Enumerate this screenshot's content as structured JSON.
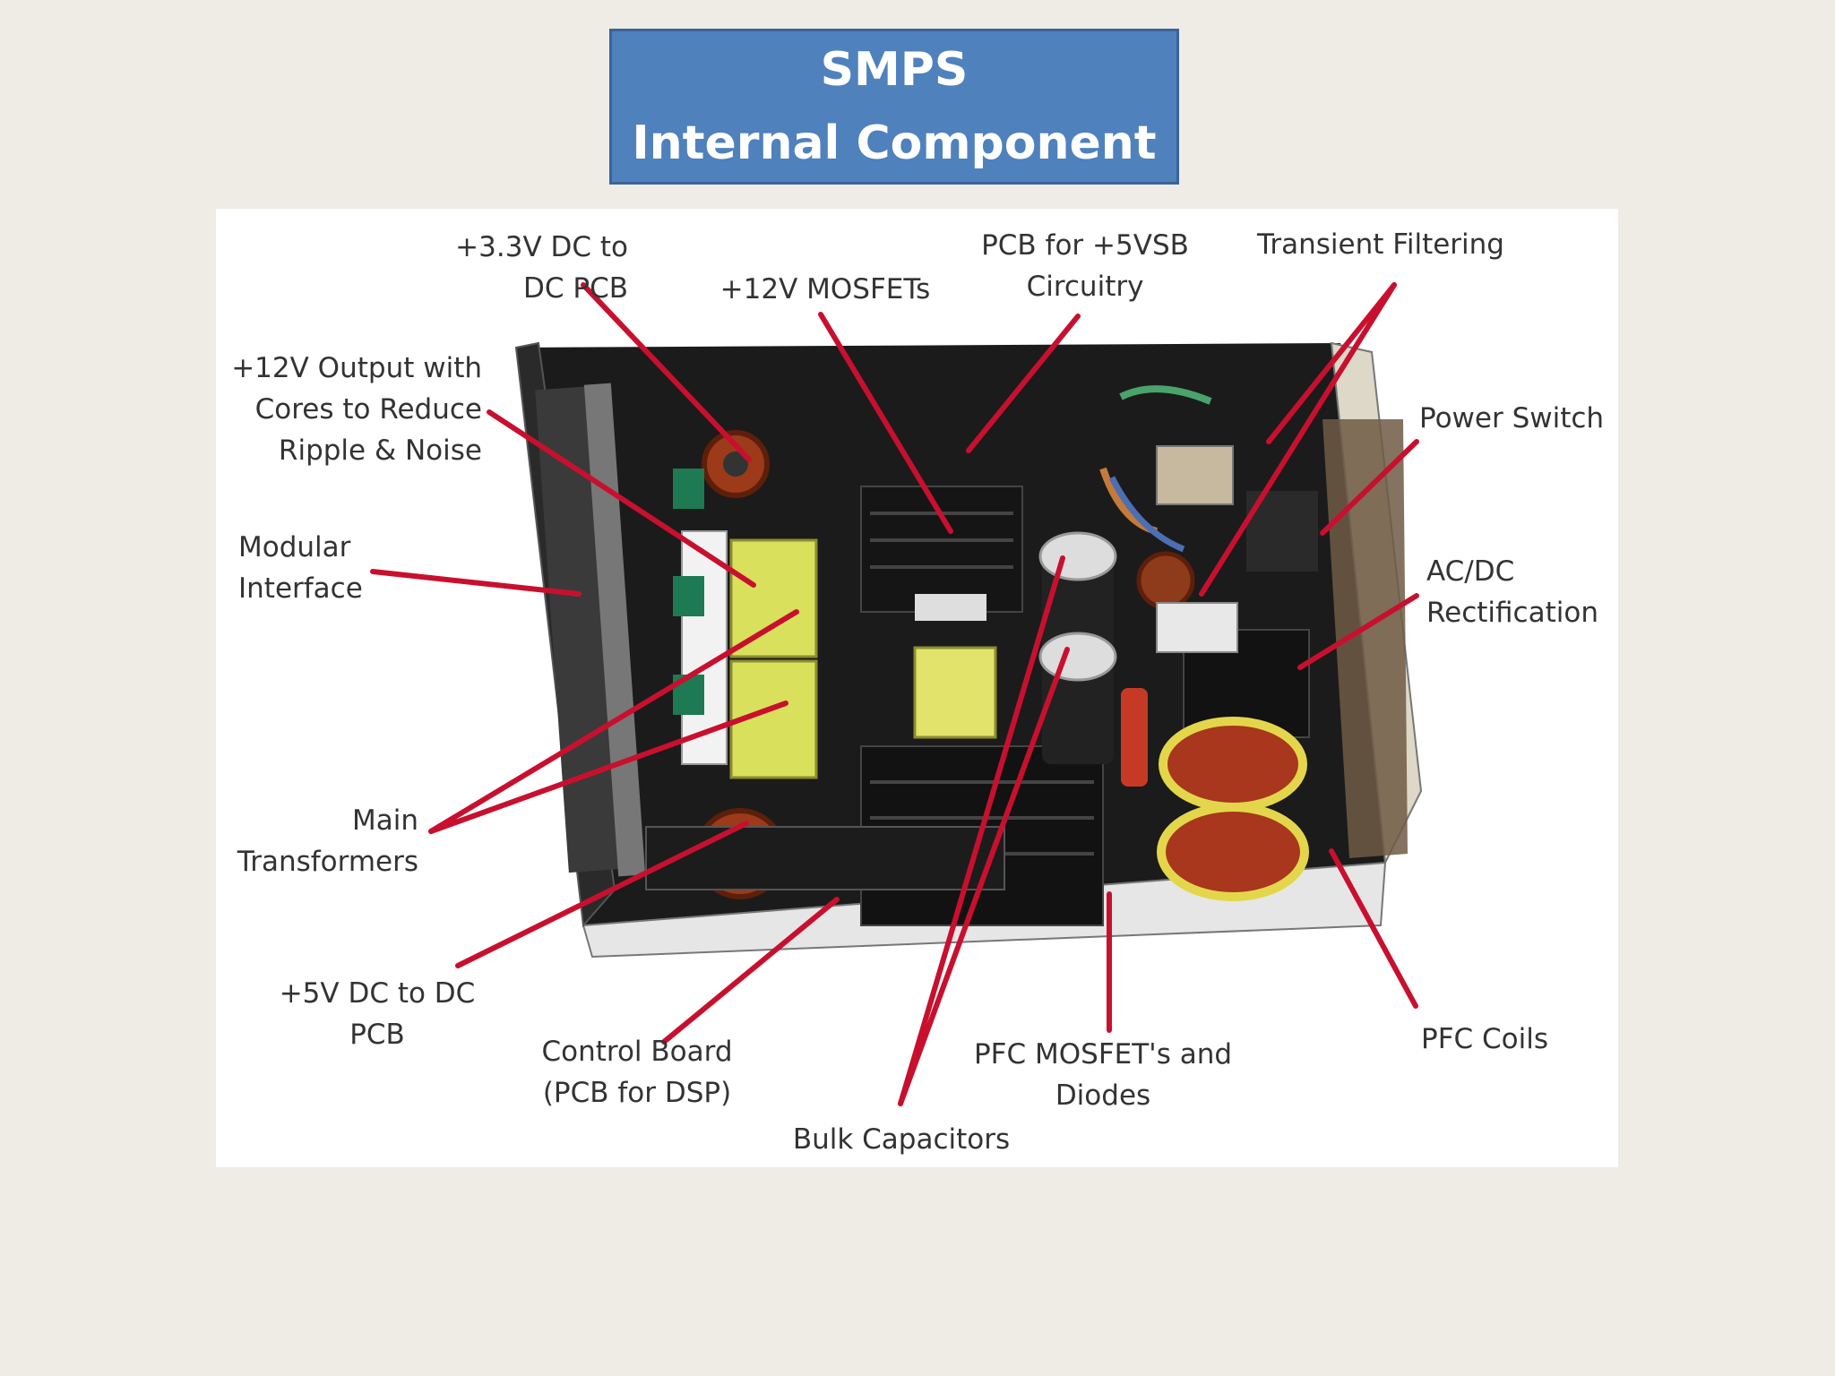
{
  "title": {
    "line1": "SMPS",
    "line2": "Internal Component"
  },
  "labels": {
    "dc33_pcb": [
      "+3.3V DC to",
      "DC PCB"
    ],
    "mosfets_12v": [
      "+12V MOSFETs"
    ],
    "pcb_5vsb": [
      "PCB for +5VSB",
      "Circuitry"
    ],
    "transient_filtering": [
      "Transient Filtering"
    ],
    "output_12v": [
      "+12V Output with",
      "Cores to Reduce",
      "Ripple & Noise"
    ],
    "power_switch": [
      "Power Switch"
    ],
    "modular_interface": [
      "Modular",
      "Interface"
    ],
    "ac_dc_rectification": [
      "AC/DC",
      "Rectification"
    ],
    "main_transformers": [
      "Main",
      "Transformers"
    ],
    "dc5_pcb": [
      "+5V DC to DC",
      "PCB"
    ],
    "control_board": [
      "Control Board",
      "(PCB for DSP)"
    ],
    "pfc_mosfets_diodes": [
      "PFC MOSFET's and",
      "Diodes"
    ],
    "pfc_coils": [
      "PFC Coils"
    ],
    "bulk_capacitors": [
      "Bulk Capacitors"
    ]
  },
  "colors": {
    "background": "#eeece5",
    "title_fill": "#4f81bd",
    "title_border": "#3a639a",
    "pointer_line": "#c8102e",
    "label_text": "#333333"
  }
}
